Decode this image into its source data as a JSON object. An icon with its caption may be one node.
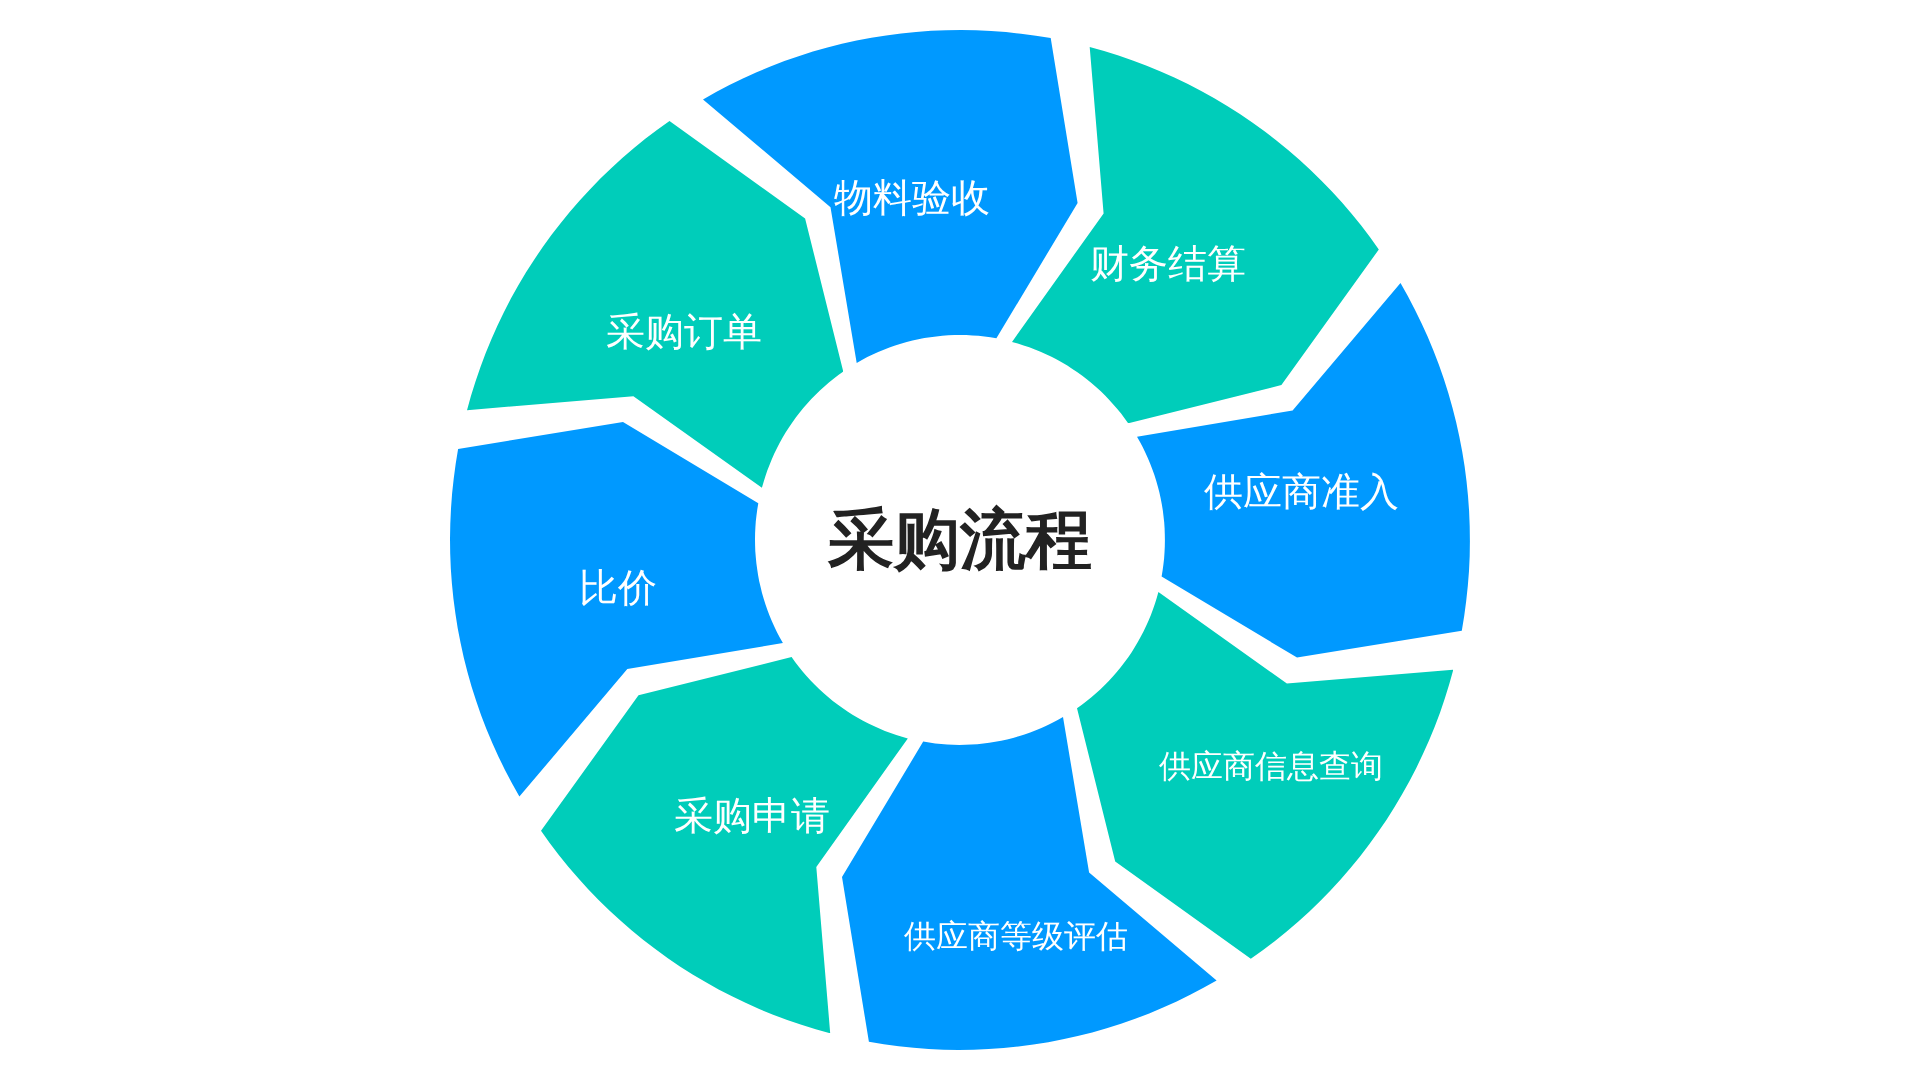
{
  "diagram": {
    "nodes": [
      {
        "text": [
          "采购流程"
        ]
      },
      {
        "text": [
          "采购申请"
        ]
      },
      {
        "text": [
          "比价"
        ]
      },
      {
        "text": [
          "采购订单"
        ]
      },
      {
        "text": [
          "物料验收"
        ]
      },
      {
        "text": [
          "财务结算"
        ]
      },
      {
        "text": [
          "供应商准入"
        ]
      },
      {
        "text": [
          "供应商信息查询"
        ]
      },
      {
        "text": [
          "供应商等级评估"
        ]
      }
    ]
  }
}
